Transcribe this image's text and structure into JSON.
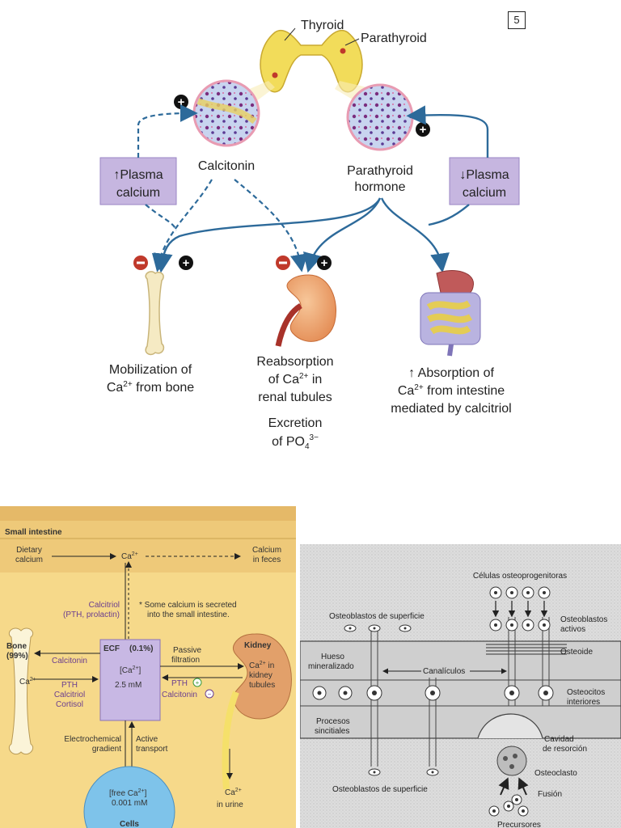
{
  "page_number": "5",
  "top": {
    "thyroid": "Thyroid",
    "parathyroid": "Parathyroid",
    "calcitonin": "Calcitonin",
    "pth_line1": "Parathyroid",
    "pth_line2": "hormone",
    "plasma_up": {
      "line1": "↑Plasma",
      "line2": "calcium"
    },
    "plasma_down": {
      "line1": "↓Plasma",
      "line2": "calcium"
    },
    "bone_label": {
      "line1": "Mobilization of",
      "line2a": "Ca",
      "sup": "2+",
      "line2b": " from bone"
    },
    "kidney_label": {
      "line1": "Reabsorption",
      "line2a": "of Ca",
      "sup": "2+",
      "line2b": " in",
      "line3": "renal tubules",
      "line4": "Excretion",
      "line5a": "of PO",
      "sub": "4",
      "sup2": "3−"
    },
    "intestine_label": {
      "line1": "↑ Absorption of",
      "line2a": "Ca",
      "sup": "2+",
      "line2b": " from intestine",
      "line3": "mediated by calcitriol"
    },
    "plus": "+",
    "minus": "−"
  },
  "left_panel": {
    "small_intestine": "Small intestine",
    "dietary_1": "Dietary",
    "dietary_2": "calcium",
    "ca_top": "Ca",
    "sup": "2+",
    "feces_1": "Calcium",
    "feces_2": "in feces",
    "calcitriol_1": "Calcitriol",
    "calcitriol_2": "(PTH, prolactin)",
    "note_1": "* Some calcium is secreted",
    "note_2": "into the small intestine.",
    "bone_1": "Bone",
    "bone_2": "(99%)",
    "bone_ca": "Ca",
    "ecf": "ECF",
    "ecf_pct": "(0.1%)",
    "ecf_conc_1": "[Ca",
    "ecf_conc_1b": "]",
    "ecf_conc_2": "2.5 mM",
    "calcitonin": "Calcitonin",
    "pth": "PTH",
    "calcitriol": "Calcitriol",
    "cortisol": "Cortisol",
    "passive_1": "Passive",
    "passive_2": "filtration",
    "pth_k": "PTH",
    "calcitonin_k": "Calcitonin",
    "kidney": "Kidney",
    "kidney_ca_1": "Ca",
    "kidney_ca_2": " in",
    "kidney_ca_3": "kidney",
    "kidney_ca_4": "tubules",
    "electro_1": "Electrochemical",
    "electro_2": "gradient",
    "active_1": "Active",
    "active_2": "transport",
    "cells_1": "[free Ca",
    "cells_1b": "]",
    "cells_2": "0.001 mM",
    "cells_3": "Cells",
    "urine_1": "Ca",
    "urine_2": "in urine"
  },
  "right_panel": {
    "progenitoras": "Células osteoprogenitoras",
    "sup_top": "Osteoblastos de superficie",
    "activos_1": "Osteoblastos",
    "activos_2": "activos",
    "hueso_1": "Hueso",
    "hueso_2": "mineralizado",
    "canaliculos": "Canalículos",
    "osteoide": "Osteoide",
    "osteocitos_1": "Osteocitos",
    "osteocitos_2": "interiores",
    "procesos_1": "Procesos",
    "procesos_2": "sincitiales",
    "cavidad_1": "Cavidad",
    "cavidad_2": "de resorción",
    "osteoclasto": "Osteoclasto",
    "sup_bottom": "Osteoblastos de superficie",
    "fusion": "Fusión",
    "precursores": "Precursores"
  }
}
